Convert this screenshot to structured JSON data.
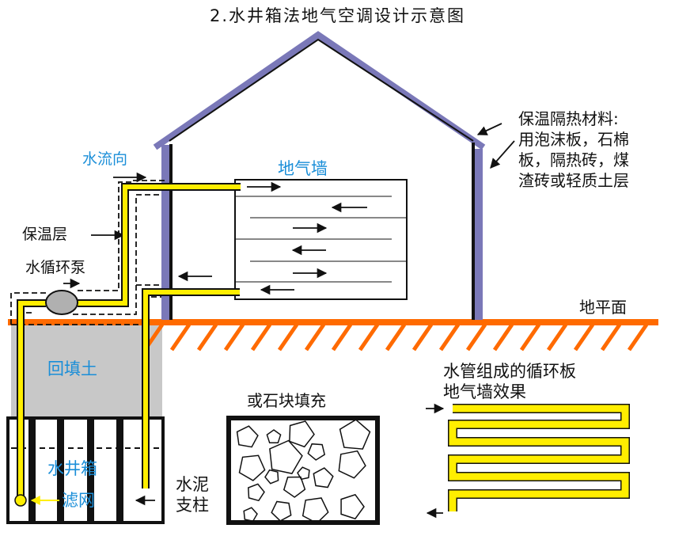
{
  "title": "2.水井箱法地气空调设计示意图",
  "labels": {
    "water_flow": "水流向",
    "earth_wall": "地气墙",
    "insulation_layer": "保温层",
    "water_pump": "水循环泵",
    "ground_level": "地平面",
    "backfill": "回填土",
    "stone_fill": "或石块填充",
    "well_box": "水井箱",
    "filter": "滤网",
    "pillar_1": "水泥",
    "pillar_2": "支柱",
    "panel_1": "水管组成的循环板",
    "panel_2": "地气墙效果"
  },
  "insulation_note": [
    "保温隔热材料:",
    "用泡沫板，石棉",
    "板，隔热砖，煤",
    "渣砖或轻质土层"
  ],
  "colors": {
    "pipe": "#ffee00",
    "ground": "#ff6a00",
    "roof": "#7a78b8",
    "label_blue": "#1a8ed8",
    "backfill": "#c8c8c8"
  }
}
